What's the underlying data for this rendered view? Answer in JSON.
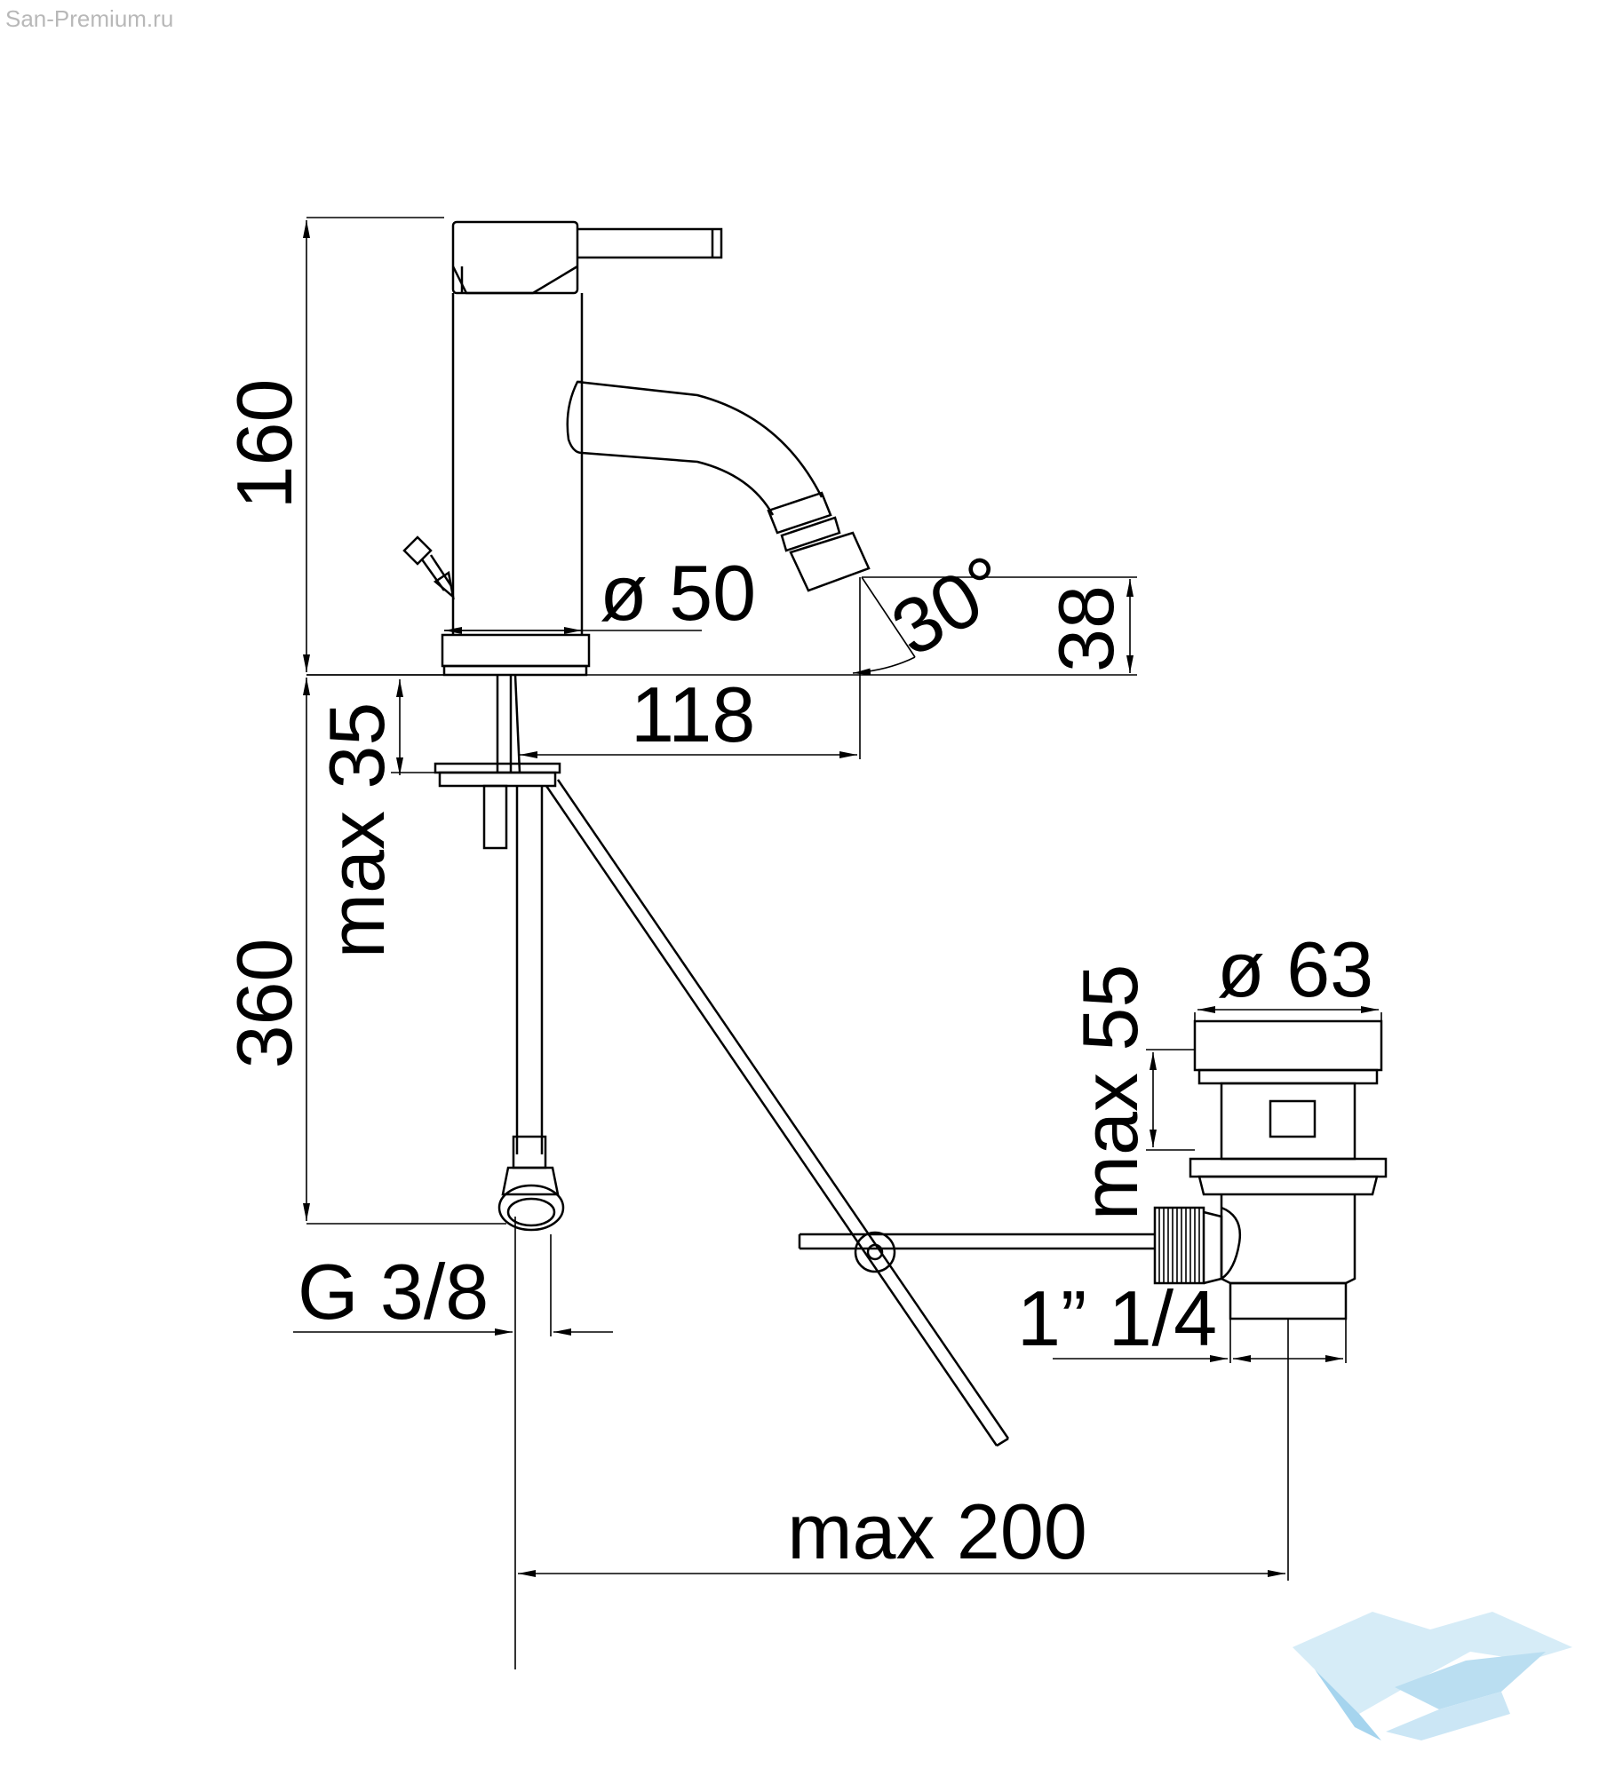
{
  "watermark": "San-Premium.ru",
  "dimensions": {
    "height_top": "160",
    "diameter_body": "ø 50",
    "angle": "30°",
    "spout_height": "38",
    "spout_reach": "118",
    "deck_thickness": "max 35",
    "hose_length": "360",
    "thread": "G 3/8",
    "waste_diameter": "ø 63",
    "waste_height": "max 55",
    "waste_thread": "1” 1/4",
    "rod_reach": "max 200"
  },
  "colors": {
    "line": "#000000",
    "logo": "#a9d6ee"
  }
}
